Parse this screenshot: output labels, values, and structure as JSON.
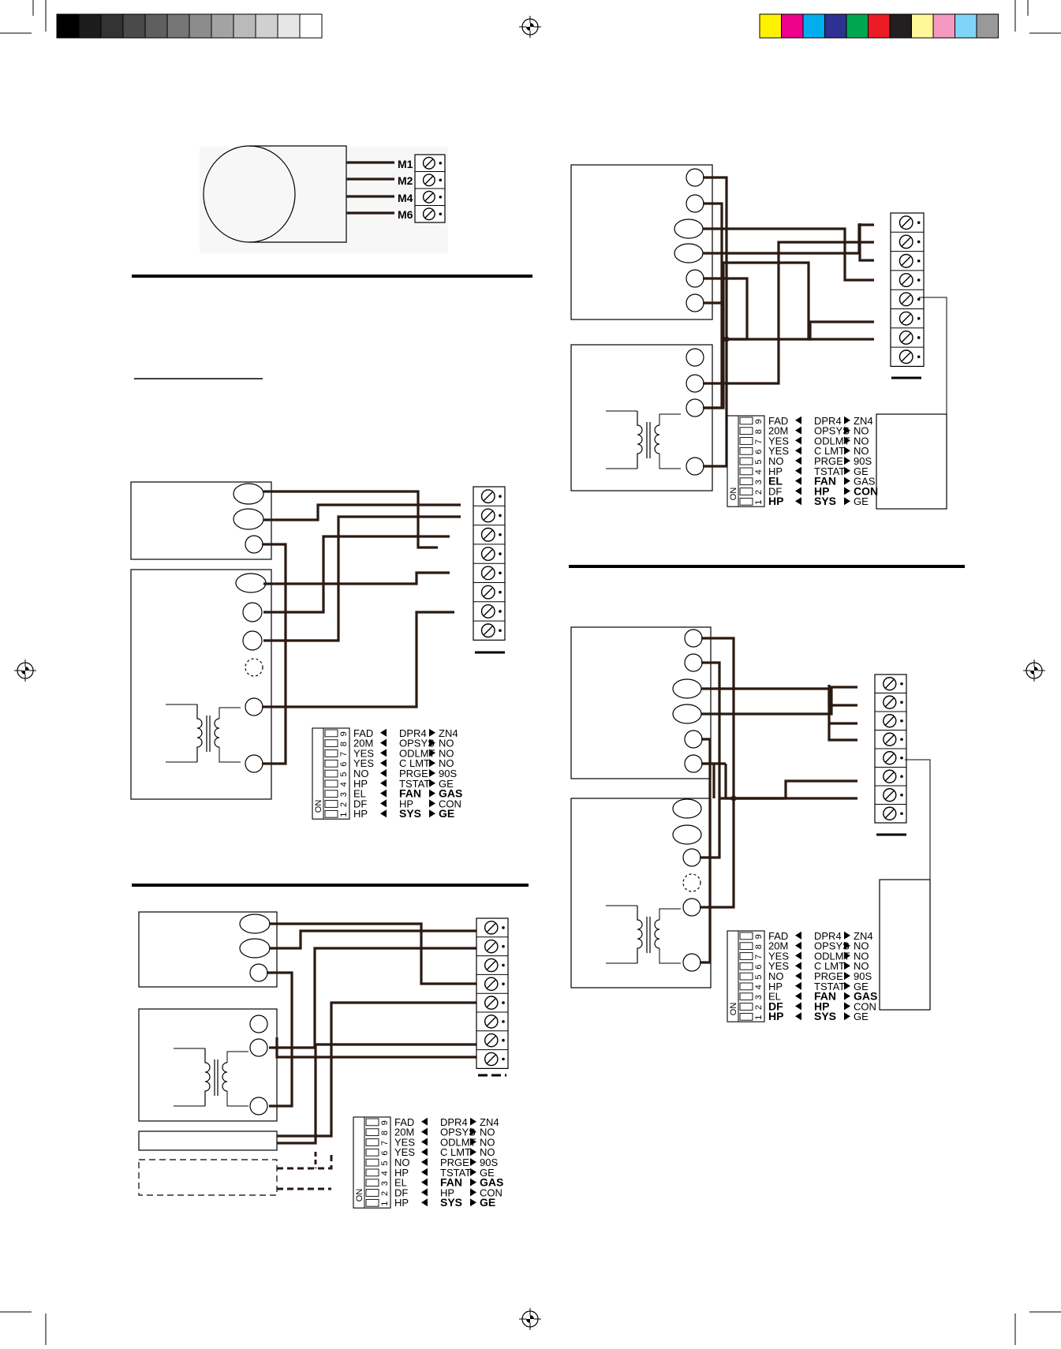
{
  "calibration": {
    "gray_swatches": [
      "#000000",
      "#1c1c1c",
      "#333333",
      "#4a4a4a",
      "#5f5f5f",
      "#767676",
      "#8c8c8c",
      "#a3a3a3",
      "#bababa",
      "#d0d0d0",
      "#e6e6e6",
      "#ffffff"
    ],
    "color_swatches": [
      "#fff200",
      "#ec008c",
      "#00aeef",
      "#2e3192",
      "#00a651",
      "#ed1c24",
      "#231f20",
      "#fff799",
      "#f49ac1",
      "#7fd5f7",
      "#999999"
    ]
  },
  "motor_terminals": [
    "M1",
    "M2",
    "M4",
    "M6"
  ],
  "dip_switch": {
    "on_label": "ON",
    "numbers": [
      "1",
      "2",
      "3",
      "4",
      "5",
      "6",
      "7",
      "8",
      "9"
    ],
    "rows": [
      {
        "n": "9",
        "left": "FAD",
        "mid": "DPR4",
        "right": "ZN4"
      },
      {
        "n": "8",
        "left": "20M",
        "mid": "OPSYS",
        "right": "NO"
      },
      {
        "n": "7",
        "left": "YES",
        "mid": "ODLMT",
        "right": "NO"
      },
      {
        "n": "6",
        "left": "YES",
        "mid": "C LMT",
        "right": "NO"
      },
      {
        "n": "5",
        "left": "NO",
        "mid": "PRGE",
        "right": "90S"
      },
      {
        "n": "4",
        "left": "HP",
        "mid": "TSTAT",
        "right": "GE"
      },
      {
        "n": "3",
        "left": "EL",
        "mid": "FAN",
        "right": "GAS"
      },
      {
        "n": "2",
        "left": "DF",
        "mid": "HP",
        "right": "CON"
      },
      {
        "n": "1",
        "left": "HP",
        "mid": "SYS",
        "right": "GE"
      }
    ]
  },
  "colors": {
    "wire": "#2a1a12",
    "line": "#000000"
  }
}
